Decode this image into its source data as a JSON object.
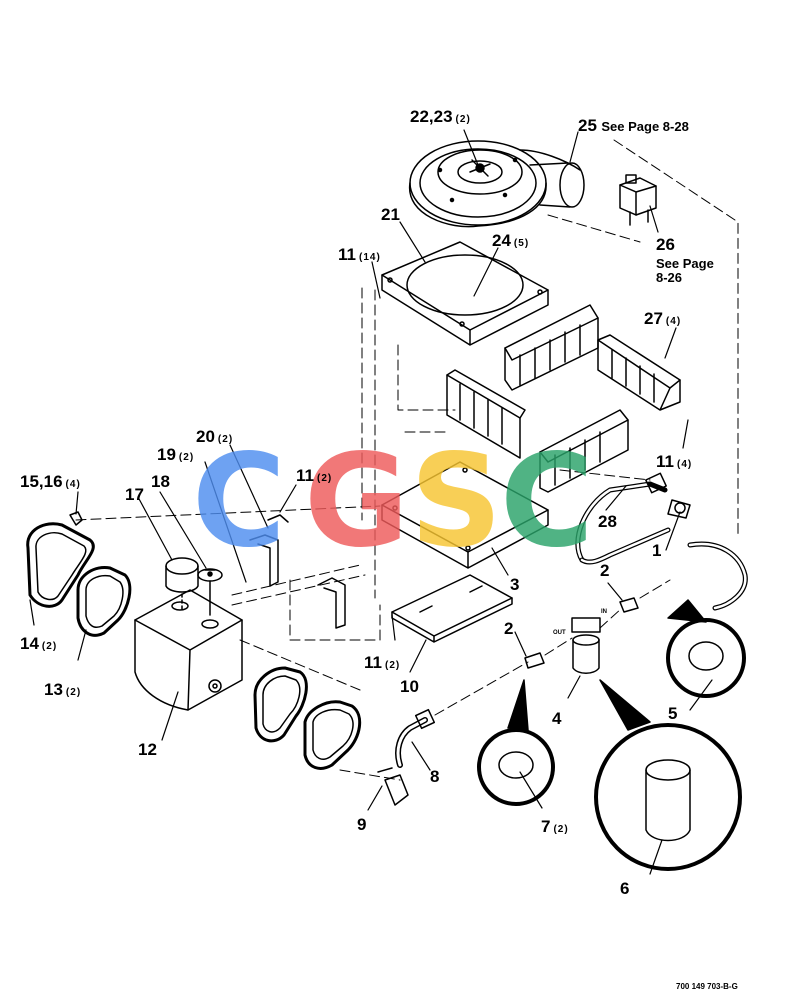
{
  "callouts": {
    "c22": {
      "num": "22,23",
      "qty": "(2)"
    },
    "c25": {
      "num": "25",
      "note": "See Page 8-28"
    },
    "c21": {
      "num": "21"
    },
    "c24": {
      "num": "24",
      "qty": "(5)"
    },
    "c11a": {
      "num": "11",
      "qty": "(14)"
    },
    "c26": {
      "num": "26",
      "note1": "See Page",
      "note2": "8-26"
    },
    "c27": {
      "num": "27",
      "qty": "(4)"
    },
    "c11b": {
      "num": "11",
      "qty": "(4)"
    },
    "c20": {
      "num": "20",
      "qty": "(2)"
    },
    "c19": {
      "num": "19",
      "qty": "(2)"
    },
    "c11c": {
      "num": "11",
      "qty": "(2)"
    },
    "c15": {
      "num": "15,16",
      "qty": "(4)"
    },
    "c17": {
      "num": "17"
    },
    "c18": {
      "num": "18"
    },
    "c28": {
      "num": "28"
    },
    "c1": {
      "num": "1"
    },
    "c3": {
      "num": "3"
    },
    "c2a": {
      "num": "2"
    },
    "c2b": {
      "num": "2"
    },
    "c14": {
      "num": "14",
      "qty": "(2)"
    },
    "c13": {
      "num": "13",
      "qty": "(2)"
    },
    "c11d": {
      "num": "11",
      "qty": "(2)"
    },
    "c10": {
      "num": "10"
    },
    "c12": {
      "num": "12"
    },
    "c4": {
      "num": "4"
    },
    "c5": {
      "num": "5"
    },
    "c8": {
      "num": "8"
    },
    "c9": {
      "num": "9"
    },
    "c7": {
      "num": "7",
      "qty": "(2)"
    },
    "c6": {
      "num": "6"
    }
  },
  "filter_labels": {
    "out": "OUT",
    "in": "IN"
  },
  "drawing_number": "700 149 703-B-G",
  "watermark": {
    "letters": [
      "C",
      "G",
      "S",
      "C"
    ],
    "colors": [
      "#4f8ef0",
      "#ef5b5b",
      "#f7c531",
      "#2aa36a"
    ]
  }
}
